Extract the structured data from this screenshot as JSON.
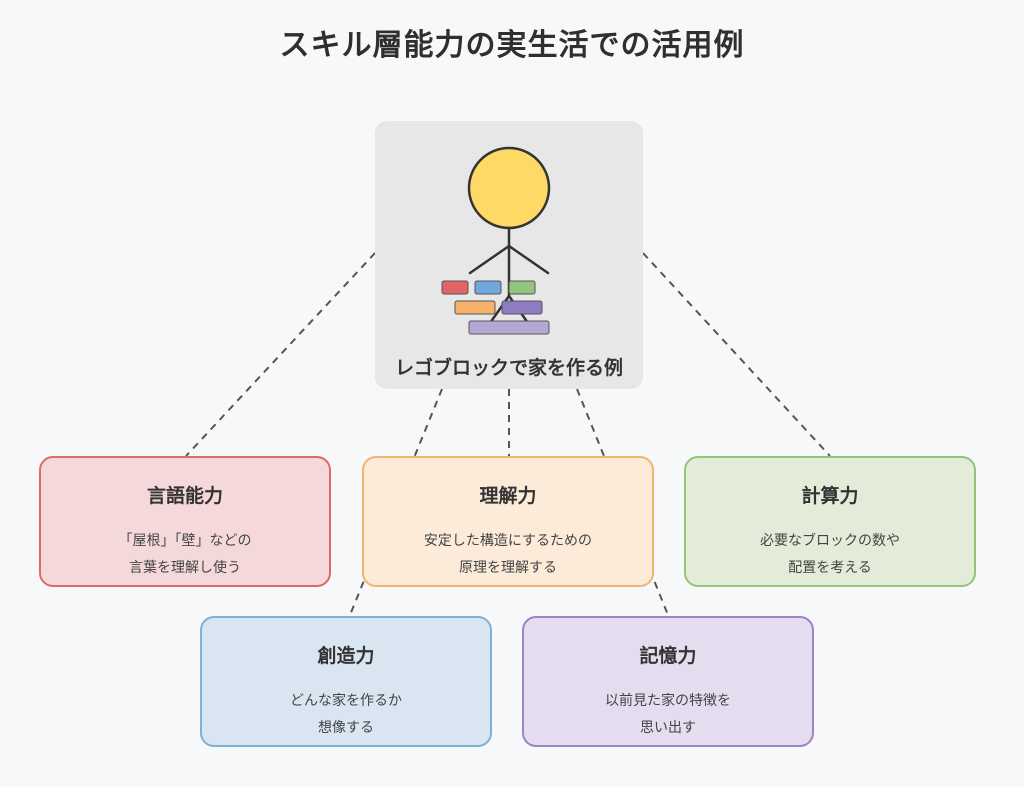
{
  "title": "スキル層能力の実生活での活用例",
  "center": {
    "label": "レゴブロックで家を作る例"
  },
  "skills": [
    {
      "name": "言語能力",
      "desc": [
        "「屋根」「壁」などの",
        "言葉を理解し使う"
      ],
      "bg": "#f5d9da",
      "border": "#d96b6b"
    },
    {
      "name": "理解力",
      "desc": [
        "安定した構造にするための",
        "原理を理解する"
      ],
      "bg": "#fcebd9",
      "border": "#f0b46e"
    },
    {
      "name": "計算力",
      "desc": [
        "必要なブロックの数や",
        "配置を考える"
      ],
      "bg": "#e2ecd8",
      "border": "#94c47c"
    },
    {
      "name": "創造力",
      "desc": [
        "どんな家を作るか",
        "想像する"
      ],
      "bg": "#d9e6f2",
      "border": "#7fb0d8"
    },
    {
      "name": "記憶力",
      "desc": [
        "以前見た家の特徴を",
        "思い出す"
      ],
      "bg": "#e6dcf0",
      "border": "#9c82c6"
    }
  ],
  "icons": {
    "figure_head_color": "#ffd966",
    "blocks": [
      "#e06666",
      "#6fa8dc",
      "#93c47d",
      "#f6b26b",
      "#8e7cc3",
      "#b4a7d6"
    ]
  }
}
